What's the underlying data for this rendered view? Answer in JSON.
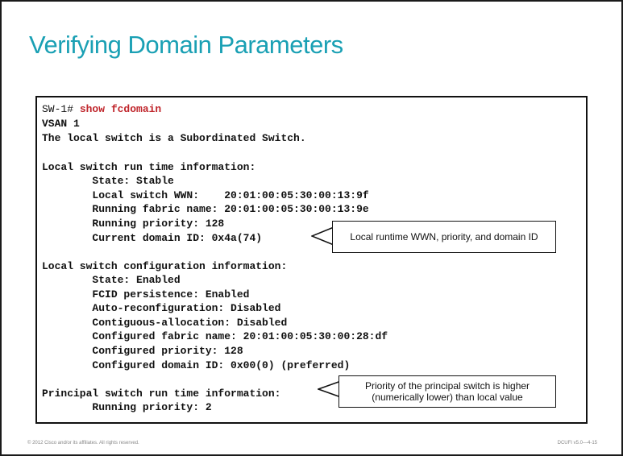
{
  "slide": {
    "title": "Verifying Domain Parameters",
    "footer_left": "© 2012 Cisco and/or its affiliates. All rights reserved.",
    "footer_right": "DCUFI v5.0—4-15"
  },
  "terminal": {
    "prompt": "SW-1# ",
    "command": "show fcdomain",
    "lines": [
      "VSAN 1",
      "The local switch is a Subordinated Switch.",
      "Local switch run time information:",
      "        State: Stable",
      "        Local switch WWN:    20:01:00:05:30:00:13:9f",
      "        Running fabric name: 20:01:00:05:30:00:13:9e",
      "        Running priority: 128",
      "        Current domain ID: 0x4a(74)",
      "Local switch configuration information:",
      "        State: Enabled",
      "        FCID persistence: Enabled",
      "        Auto-reconfiguration: Disabled",
      "        Contiguous-allocation: Disabled",
      "        Configured fabric name: 20:01:00:05:30:00:28:df",
      "        Configured priority: 128",
      "        Configured domain ID: 0x00(0) (preferred)",
      "Principal switch run time information:",
      "        Running priority: 2"
    ]
  },
  "callouts": {
    "local_runtime": "Local runtime WWN, priority, and domain ID",
    "principal_line1": "Priority of the principal switch is higher",
    "principal_line2": "(numerically lower) than local value"
  }
}
